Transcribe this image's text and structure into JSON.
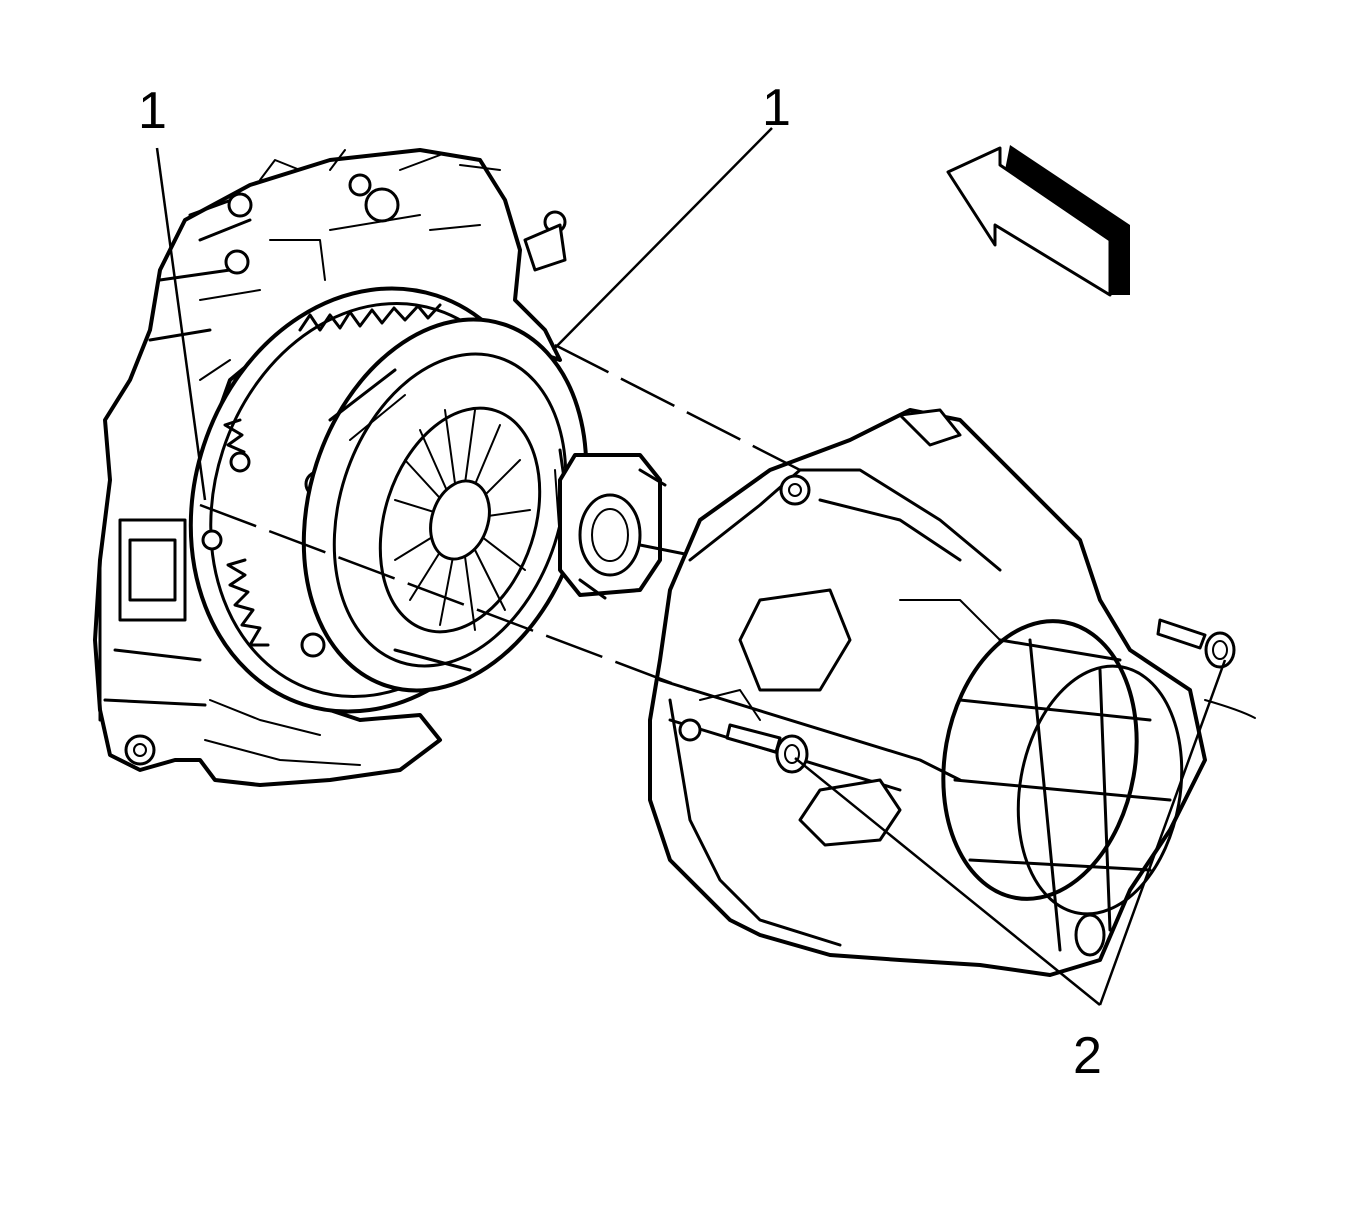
{
  "callouts": [
    {
      "id": "callout-1-left",
      "label": "1"
    },
    {
      "id": "callout-1-right",
      "label": "1"
    },
    {
      "id": "callout-2",
      "label": "2"
    }
  ],
  "icons": [
    "direction-arrow-icon",
    "engine-block-icon",
    "flywheel-icon",
    "clutch-pressure-plate-icon",
    "transmission-bellhousing-icon",
    "bolt-icon"
  ]
}
